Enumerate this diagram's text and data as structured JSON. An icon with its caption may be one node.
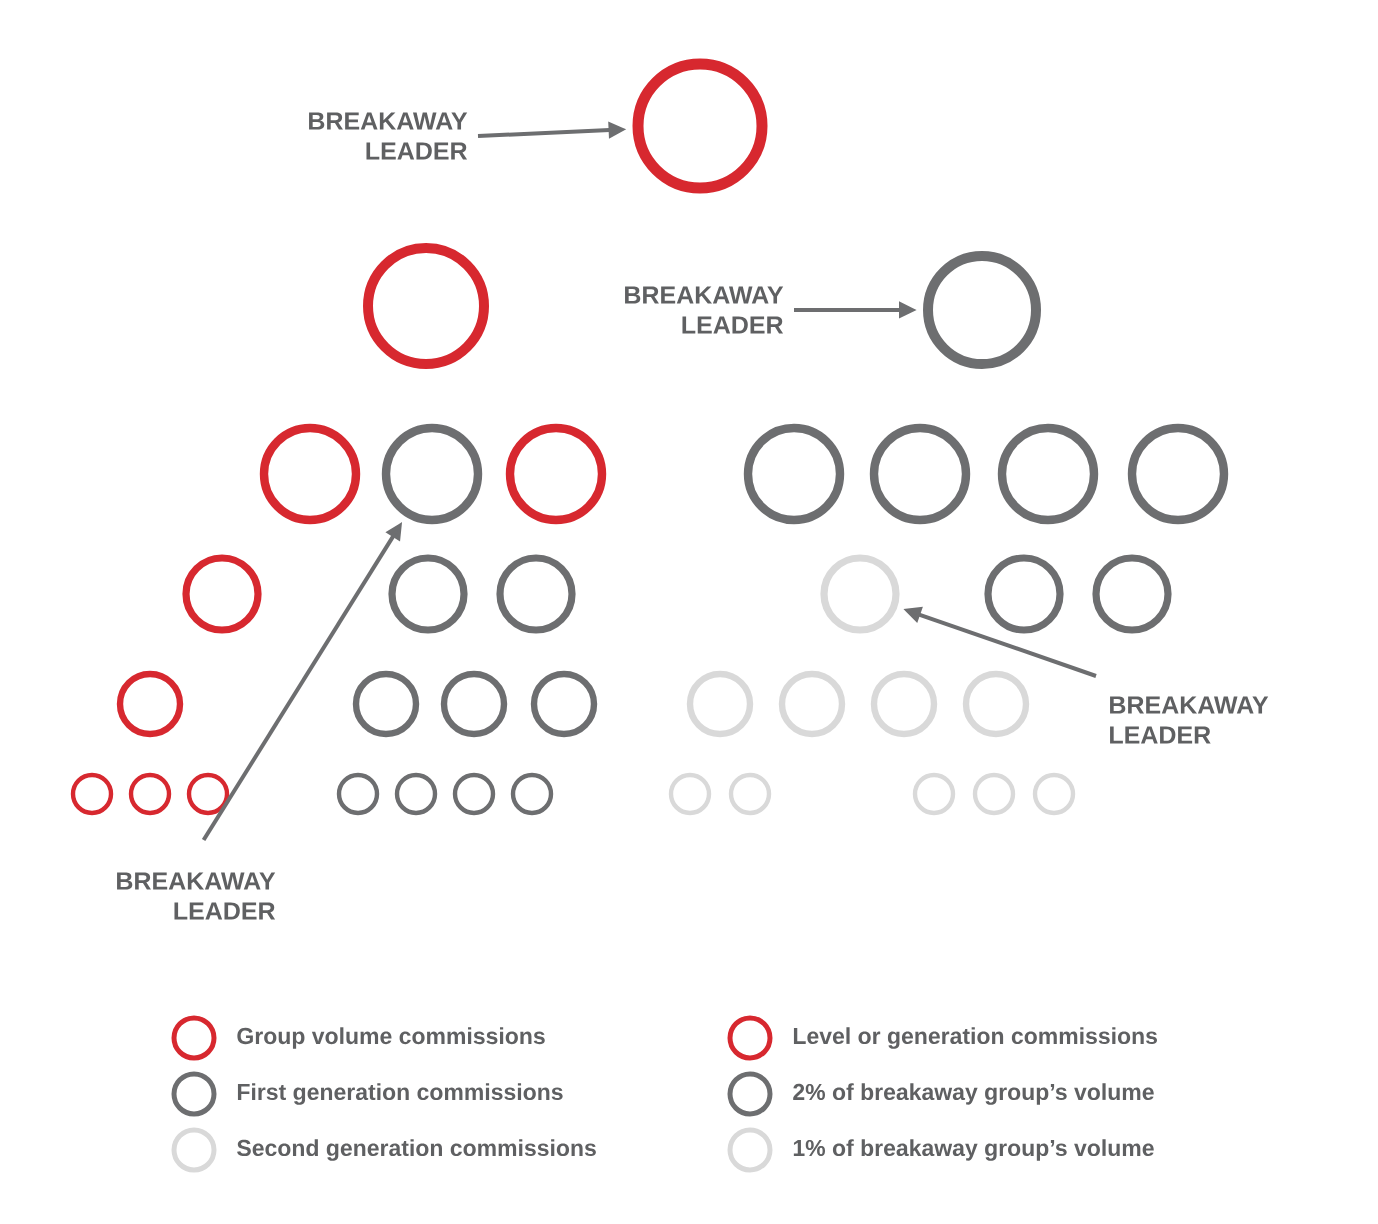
{
  "diagram": {
    "nodes": [
      {
        "text": [
          "BREAKAWAY LEADER"
        ]
      },
      {
        "text": [],
        "shape": "circle"
      },
      {
        "text": [],
        "shape": "circle"
      },
      {
        "text": [
          "BREAKAWAY LEADER"
        ]
      },
      {
        "text": [],
        "shape": "circle"
      },
      {
        "text": [],
        "shape": "circle"
      },
      {
        "text": [],
        "shape": "circle"
      },
      {
        "text": [],
        "shape": "circle"
      },
      {
        "text": [],
        "shape": "circle"
      },
      {
        "text": [],
        "shape": "circle"
      },
      {
        "text": [],
        "shape": "circle"
      },
      {
        "text": [],
        "shape": "circle"
      },
      {
        "text": [],
        "shape": "circle"
      },
      {
        "text": [],
        "shape": "circle"
      },
      {
        "text": [],
        "shape": "circle"
      },
      {
        "text": [],
        "shape": "circle"
      },
      {
        "text": [],
        "shape": "circle"
      },
      {
        "text": [],
        "shape": "circle"
      },
      {
        "text": [
          "BREAKAWAY LEADER"
        ]
      },
      {
        "text": [],
        "shape": "circle"
      },
      {
        "text": [],
        "shape": "circle"
      },
      {
        "text": [],
        "shape": "circle"
      },
      {
        "text": [],
        "shape": "circle"
      },
      {
        "text": [],
        "shape": "circle"
      },
      {
        "text": [],
        "shape": "circle"
      },
      {
        "text": [],
        "shape": "circle"
      },
      {
        "text": [],
        "shape": "circle"
      },
      {
        "text": [],
        "shape": "circle"
      },
      {
        "text": [],
        "shape": "circle"
      },
      {
        "text": [],
        "shape": "circle"
      },
      {
        "text": [],
        "shape": "circle"
      },
      {
        "text": [],
        "shape": "circle"
      },
      {
        "text": [],
        "shape": "circle"
      },
      {
        "text": [],
        "shape": "circle"
      },
      {
        "text": [],
        "shape": "circle"
      },
      {
        "text": [],
        "shape": "circle"
      },
      {
        "text": [],
        "shape": "circle"
      },
      {
        "text": [],
        "shape": "circle"
      },
      {
        "text": [],
        "shape": "circle"
      },
      {
        "text": [
          "BREAKAWAY LEADER"
        ]
      }
    ],
    "edges": [
      {
        "from": 0,
        "to": 1,
        "arrow": "to"
      },
      {
        "from": 3,
        "to": 4,
        "arrow": "to"
      },
      {
        "from": 18,
        "to": 15,
        "arrow": "to"
      },
      {
        "from": 39,
        "to": 6,
        "arrow": "to"
      }
    ],
    "legend": [
      {
        "text": "Group volume commissions",
        "color": "#d7282f"
      },
      {
        "text": "Level or generation commissions",
        "color": "#d7282f"
      },
      {
        "text": "First generation commissions",
        "color": "#6d6e70"
      },
      {
        "text": "2% of breakaway group’s volume",
        "color": "#6d6e70"
      },
      {
        "text": "Second generation commissions",
        "color": "#d9d9d9"
      },
      {
        "text": "1% of breakaway group’s volume",
        "color": "#d9d9d9"
      }
    ]
  }
}
